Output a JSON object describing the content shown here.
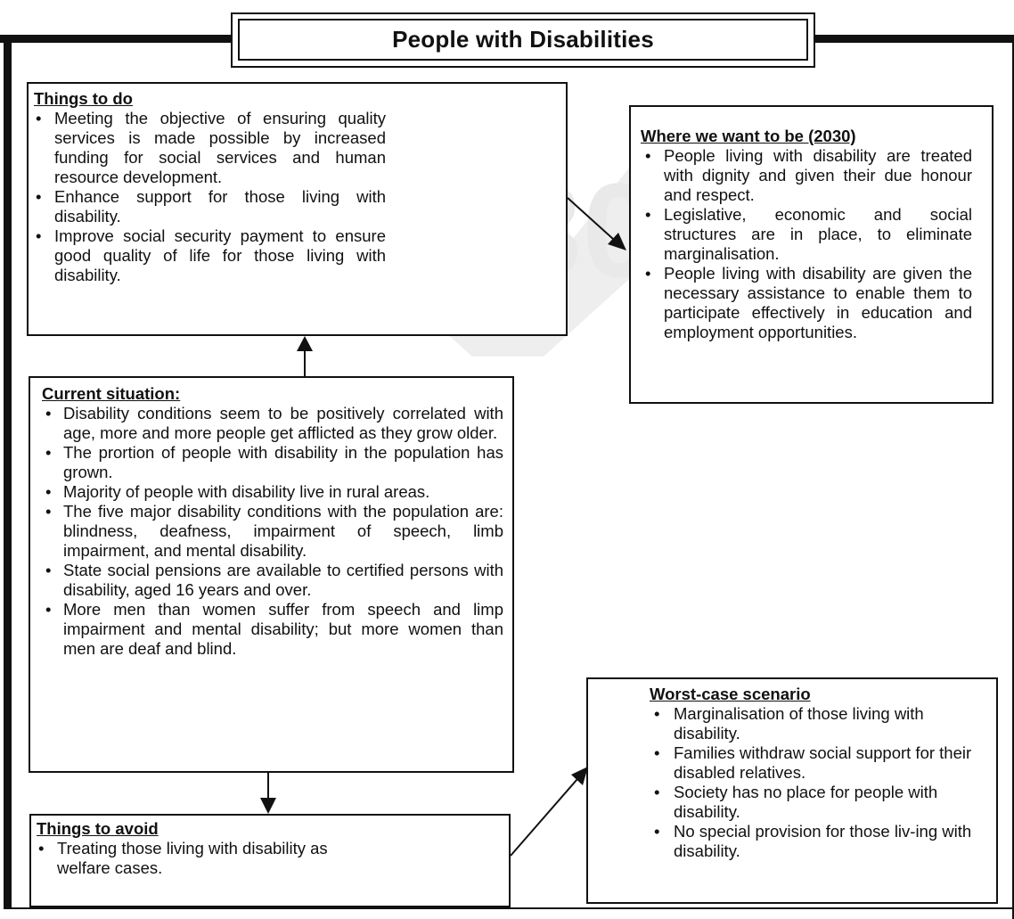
{
  "title": "People with Disabilities",
  "colors": {
    "ink": "#111111",
    "background": "#ffffff",
    "watermark": "#eeeeee"
  },
  "things_to_do": {
    "heading": "Things to do",
    "items": [
      "Meeting the objective of ensuring quality services is made possible by increased funding for social services and human resource development.",
      "Enhance support for those living with disability.",
      "Improve social security payment to ensure good quality of life for those living with disability."
    ]
  },
  "where_we_want_to_be": {
    "heading": "Where we want to be (2030)",
    "items": [
      "People living with disability are treated with dignity and given their due honour and respect.",
      "Legislative, economic and social structures are in place, to eliminate marginalisation.",
      "People living with disability are given the necessary assistance to enable them to participate effectively in education and employment opportunities."
    ]
  },
  "current_situation": {
    "heading": "Current situation:",
    "items": [
      "Disability conditions seem to be positively correlated with age, more and more people get afflicted as they grow older.",
      "The prortion of people with disability in the population has grown.",
      "Majority of people with disability live in rural areas.",
      "The five major disability conditions with the population are: blindness, deafness, impairment of speech, limb impairment, and mental disability.",
      "State social pensions are available to certified persons with disability, aged 16 years and over.",
      "More men than women suffer from speech and limp impairment and mental disability; but more women than men are deaf and blind."
    ]
  },
  "things_to_avoid": {
    "heading": "Things to avoid",
    "items": [
      "Treating those living with disability as welfare cases."
    ]
  },
  "worst_case_scenario": {
    "heading": "Worst-case scenario",
    "items": [
      "Marginalisation of those living with disability.",
      "Families withdraw social support for their disabled relatives.",
      "Society has no place for people with disability.",
      "No special provision for those liv-ing with disability."
    ]
  }
}
